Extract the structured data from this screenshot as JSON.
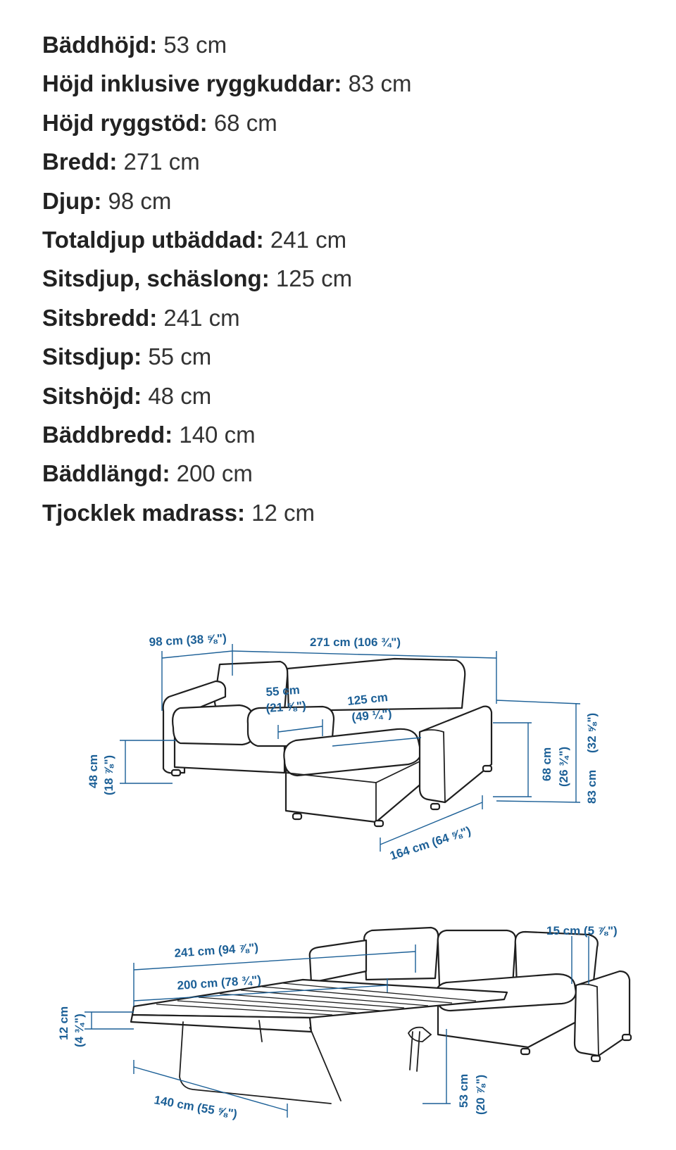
{
  "specs": [
    {
      "label": "Bäddhöjd:",
      "value": "53 cm"
    },
    {
      "label": "Höjd inklusive ryggkuddar:",
      "value": "83 cm"
    },
    {
      "label": "Höjd ryggstöd:",
      "value": "68 cm"
    },
    {
      "label": "Bredd:",
      "value": "271 cm"
    },
    {
      "label": "Djup:",
      "value": "98 cm"
    },
    {
      "label": "Totaldjup utbäddad:",
      "value": "241 cm"
    },
    {
      "label": "Sitsdjup, schäslong:",
      "value": "125 cm"
    },
    {
      "label": "Sitsbredd:",
      "value": "241 cm"
    },
    {
      "label": "Sitsdjup:",
      "value": "55 cm"
    },
    {
      "label": "Sitshöjd:",
      "value": "48 cm"
    },
    {
      "label": "Bäddbredd:",
      "value": "140 cm"
    },
    {
      "label": "Bäddlängd:",
      "value": "200 cm"
    },
    {
      "label": "Tjocklek madrass:",
      "value": "12 cm"
    }
  ],
  "diagram": {
    "sofa": {
      "depth": "98 cm (38 ⅝\")",
      "width": "271 cm (106 ¾\")",
      "seat_depth_cm": "55 cm",
      "seat_depth_in": "(21 ⅝\")",
      "chaise_depth_cm": "125 cm",
      "chaise_depth_in": "(49 ¼\")",
      "seat_height_cm": "48 cm",
      "seat_height_in": "(18 ⅞\")",
      "back_height_cm": "68 cm",
      "back_height_in": "(26 ¾\")",
      "total_height_cm": "83 cm",
      "total_height_in": "(32 ⅝\")",
      "chaise_length": "164 cm (64 ⅝\")"
    },
    "bed": {
      "total_depth": "241 cm (94 ⅞\")",
      "bed_length": "200 cm (78 ¾\")",
      "arm_width": "15 cm (5 ⅞\")",
      "mattress_cm": "12 cm",
      "mattress_in": "(4 ¾\")",
      "bed_height_cm": "53 cm",
      "bed_height_in": "(20 ⅞\")",
      "bed_width": "140 cm (55 ⅝\")"
    }
  }
}
